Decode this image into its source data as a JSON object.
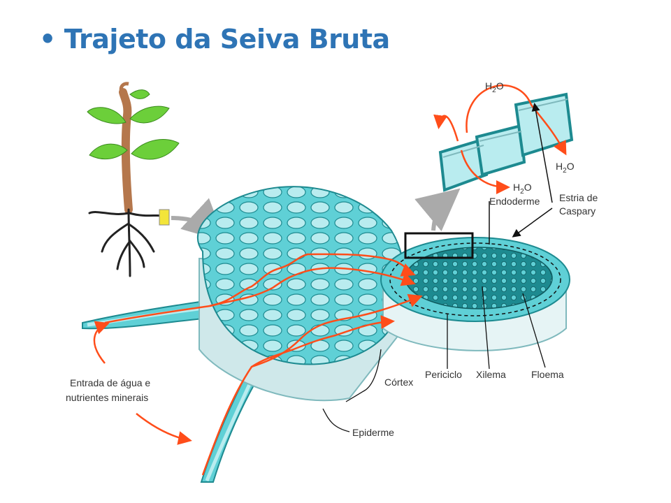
{
  "slide": {
    "bullet": "•",
    "title": "Trajeto da Seiva Bruta"
  },
  "labels": {
    "h2o_top": "H",
    "h2o_right": "H",
    "h2o_bottom": "H",
    "h2o_sub": "2",
    "h2o_o": "O",
    "endoderme": "Endoderme",
    "estria_line1": "Estria de",
    "estria_line2": "Caspary",
    "entrada_line1": "Entrada de água e",
    "entrada_line2": "nutrientes minerais",
    "cortex": "Córtex",
    "periciclo": "Periciclo",
    "xilema": "Xilema",
    "floema": "Floema",
    "epiderme": "Epiderme"
  },
  "colors": {
    "title": "#2e74b5",
    "tissue": "#5fd0d6",
    "tissue_dark": "#1d8a90",
    "cell_fill": "#b9ecef",
    "arrow": "#ff4d1a",
    "leaf": "#6ccf3a",
    "stem": "#b5774c"
  }
}
